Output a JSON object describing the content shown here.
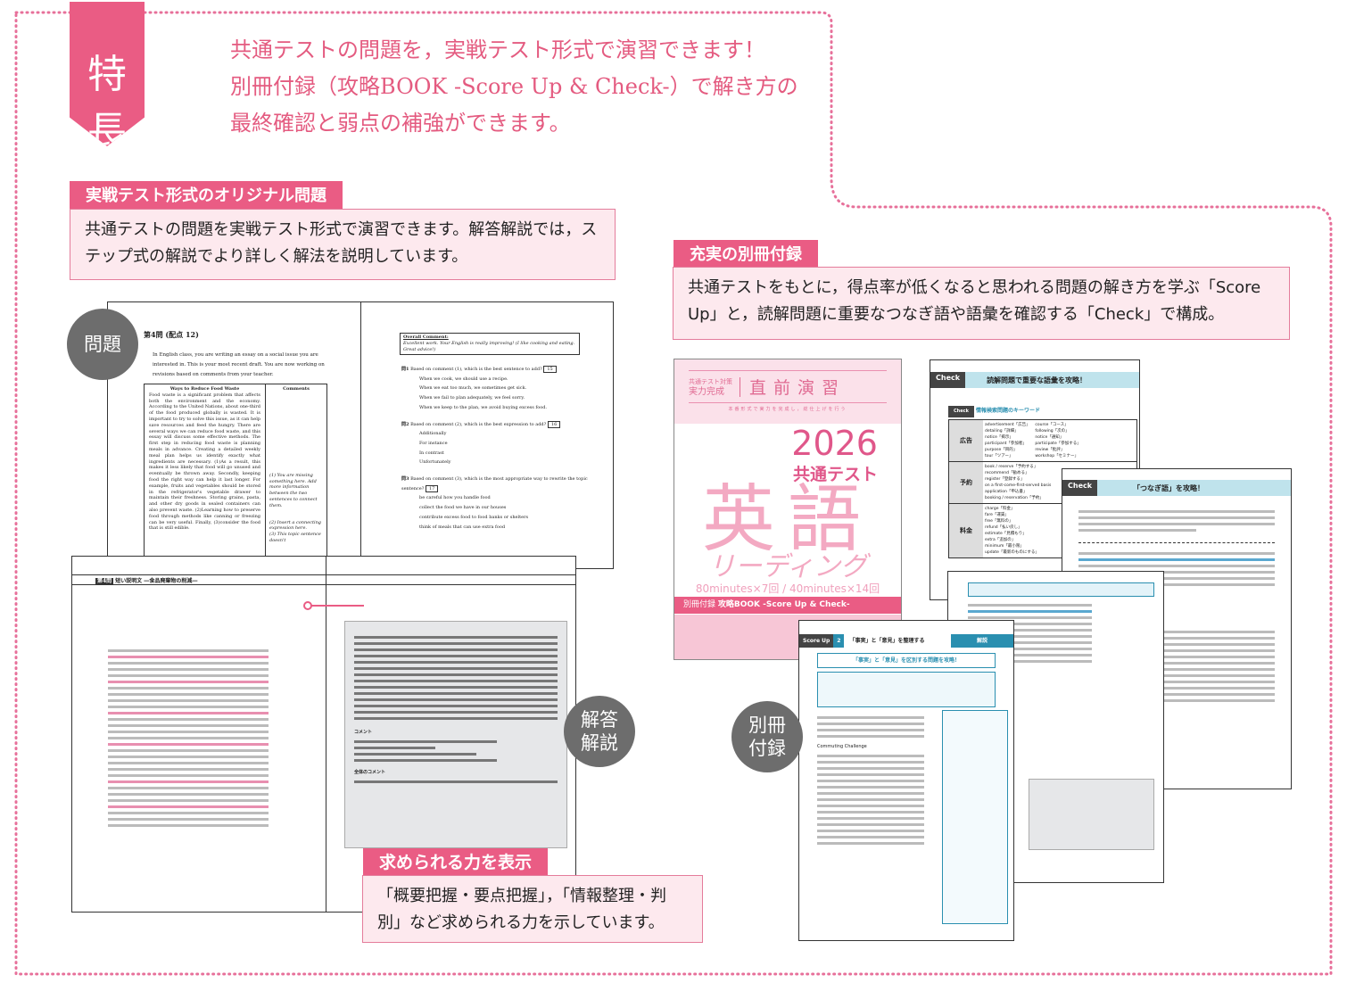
{
  "banner": {
    "label": "特長"
  },
  "headline": {
    "lines": [
      "共通テストの問題を，実戦テスト形式で演習できます！",
      "別冊付録（攻略BOOK -Score Up & Check-）で解き方の",
      "最終確認と弱点の補強ができます。"
    ]
  },
  "section1": {
    "tag": "実戦テスト形式のオリジナル問題",
    "text": "共通テストの問題を実戦テスト形式で演習できます。解答解説では，ステップ式の解説でより詳しく解法を説明しています。"
  },
  "section2": {
    "tag": "充実の別冊付録",
    "text": "共通テストをもとに，得点率が低くなると思われる問題の解き方を学ぶ「Score Up」と，読解問題に重要なつなぎ語や語彙を確認する「Check」で構成。"
  },
  "section3": {
    "tag": "求められる力を表示",
    "text": "「概要把握・要点把握」，「情報整理・判別」など求められる力を示しています。"
  },
  "circles": {
    "problem": "問題",
    "answer": "解答\n解説",
    "appendix": "別冊\n付録"
  },
  "problem_page": {
    "heading": "第4問",
    "points": "(配点 12)",
    "intro": "In English class, you are writing an essay on a social issue you are interested in. This is your most recent draft. You are now working on revisions based on comments from your teacher.",
    "table_head": [
      "Ways to Reduce Food Waste",
      "Comments"
    ],
    "essay": "Food waste is a significant problem that affects both the environment and the economy. According to the United Nations, about one-third of the food produced globally is wasted. It is important to try to solve this issue, as it can help save resources and feed the hungry. There are several ways we can reduce food waste, and this essay will discuss some effective methods. The first step in reducing food waste is planning meals in advance. Creating a detailed weekly meal plan helps us identify exactly what ingredients are necessary. (1)As a result, this makes it less likely that food will go unused and eventually be thrown away. Secondly, keeping food the right way can help it last longer. For example, fruits and vegetables should be stored in the refrigerator's vegetable drawer to maintain their freshness. Storing grains, pasta, and other dry goods in sealed containers can also prevent waste. (2)Learning how to preserve food through methods like canning or freezing can be very useful. Finally, (3)consider the food that is still edible.",
    "comments": [
      "(1) You are missing something here. Add more information between the two sentences to connect them.",
      "(2) Insert a connecting expression here.",
      "(3) This topic sentence doesn't"
    ],
    "overall_title": "Overall Comment:",
    "overall_text": "Excellent work. Your English is really improving! (I like cooking and eating. Great advice!)",
    "questions": [
      {
        "label": "問1",
        "text": "Based on comment (1), which is the best sentence to add?",
        "num": "15",
        "options": [
          "When we cook, we should use a recipe.",
          "When we eat too much, we sometimes get sick.",
          "When we fail to plan adequately, we feel sorry.",
          "When we keep to the plan, we avoid buying excess food."
        ]
      },
      {
        "label": "問2",
        "text": "Based on comment (2), which is the best expression to add?",
        "num": "16",
        "options": [
          "Additionally",
          "For instance",
          "In contrast",
          "Unfortunately"
        ]
      },
      {
        "label": "問3",
        "text": "Based on comment (3), which is the most appropriate way to rewrite the topic sentence?",
        "num": "17",
        "options": [
          "be careful how you handle food",
          "collect the food we have in our houses",
          "contribute excess food to food banks or shelters",
          "think of meals that can use extra food"
        ]
      }
    ]
  },
  "answer_page": {
    "heading": "第4問",
    "subheading": "短い説明文 ―食品廃棄物の削減―",
    "comment_head": "コメント",
    "overall_head": "全体のコメント"
  },
  "cover": {
    "series": "共通テスト対策",
    "series2": "実力完成",
    "title": "直前演習",
    "tagline": "本番形式で実力を完成し，総仕上げを行う",
    "year": "2026",
    "exam": "共通テスト",
    "subject": "英語",
    "subtitle": "リーディング",
    "spec": "80minutes×7回 / 40minutes×14回",
    "appendix": "別冊付録",
    "book": "攻略BOOK -Score Up & Check-"
  },
  "check_page1": {
    "badge": "Check",
    "title": "読解問題で重要な語彙を攻略！",
    "section": "情報検索問題のキーワード",
    "rows": [
      {
        "cat": "広告",
        "words": [
          "advertisement「広告」",
          "detailing「詳細」",
          "notice「掲示」",
          "participant「参加者」",
          "purpose「目的」",
          "tour「ツアー」",
          "course「コース」",
          "following「次の」",
          "notice「通知」",
          "participate「参加する」",
          "review「批評」",
          "workshop「セミナー」"
        ]
      },
      {
        "cat": "予約",
        "words": [
          "book / reserve「予約する」",
          "recommend「勧める」",
          "register「登録する」",
          "on a first-come-first-served basis",
          "application「申込書」",
          "booking / reservation「予約」"
        ]
      },
      {
        "cat": "料金",
        "words": [
          "charge「料金」",
          "fare「運賃」",
          "free「無料の」",
          "refund「払い戻し」",
          "estimate「見積もり」",
          "extra「追加の」",
          "minimum「最小限」",
          "update「最新のものにする」"
        ]
      }
    ]
  },
  "check_page2": {
    "badge": "Check",
    "title": "「つなぎ語」を攻略！"
  },
  "scoreup_page": {
    "badge": "Score Up",
    "num": "2",
    "title": "「事実」と「意見」を整理する",
    "answer": "解説",
    "heading": "「事実」と「意見」を区別する問題を攻略！",
    "sub": "Commuting Challenge"
  }
}
